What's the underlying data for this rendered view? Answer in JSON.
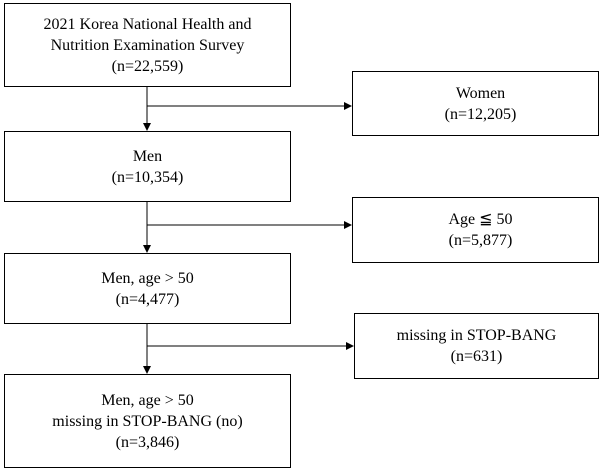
{
  "flowchart": {
    "total": {
      "lines": [
        "2021 Korea National Health and",
        "Nutrition Examination Survey",
        "(n=22,559)"
      ]
    },
    "women": {
      "lines": [
        "Women",
        "(n=12,205)"
      ]
    },
    "men": {
      "lines": [
        "Men",
        "(n=10,354)"
      ]
    },
    "age_le_50": {
      "lines": [
        "Age ≦ 50",
        "(n=5,877)"
      ]
    },
    "men_age_gt_50": {
      "lines": [
        "Men, age > 50",
        "(n=4,477)"
      ]
    },
    "missing_stopbang": {
      "lines": [
        "missing in STOP-BANG",
        "(n=631)"
      ]
    },
    "final": {
      "lines": [
        "Men, age > 50",
        "missing in STOP-BANG (no)",
        "(n=3,846)"
      ]
    }
  },
  "colors": {
    "stroke": "#000000",
    "background": "#ffffff"
  }
}
